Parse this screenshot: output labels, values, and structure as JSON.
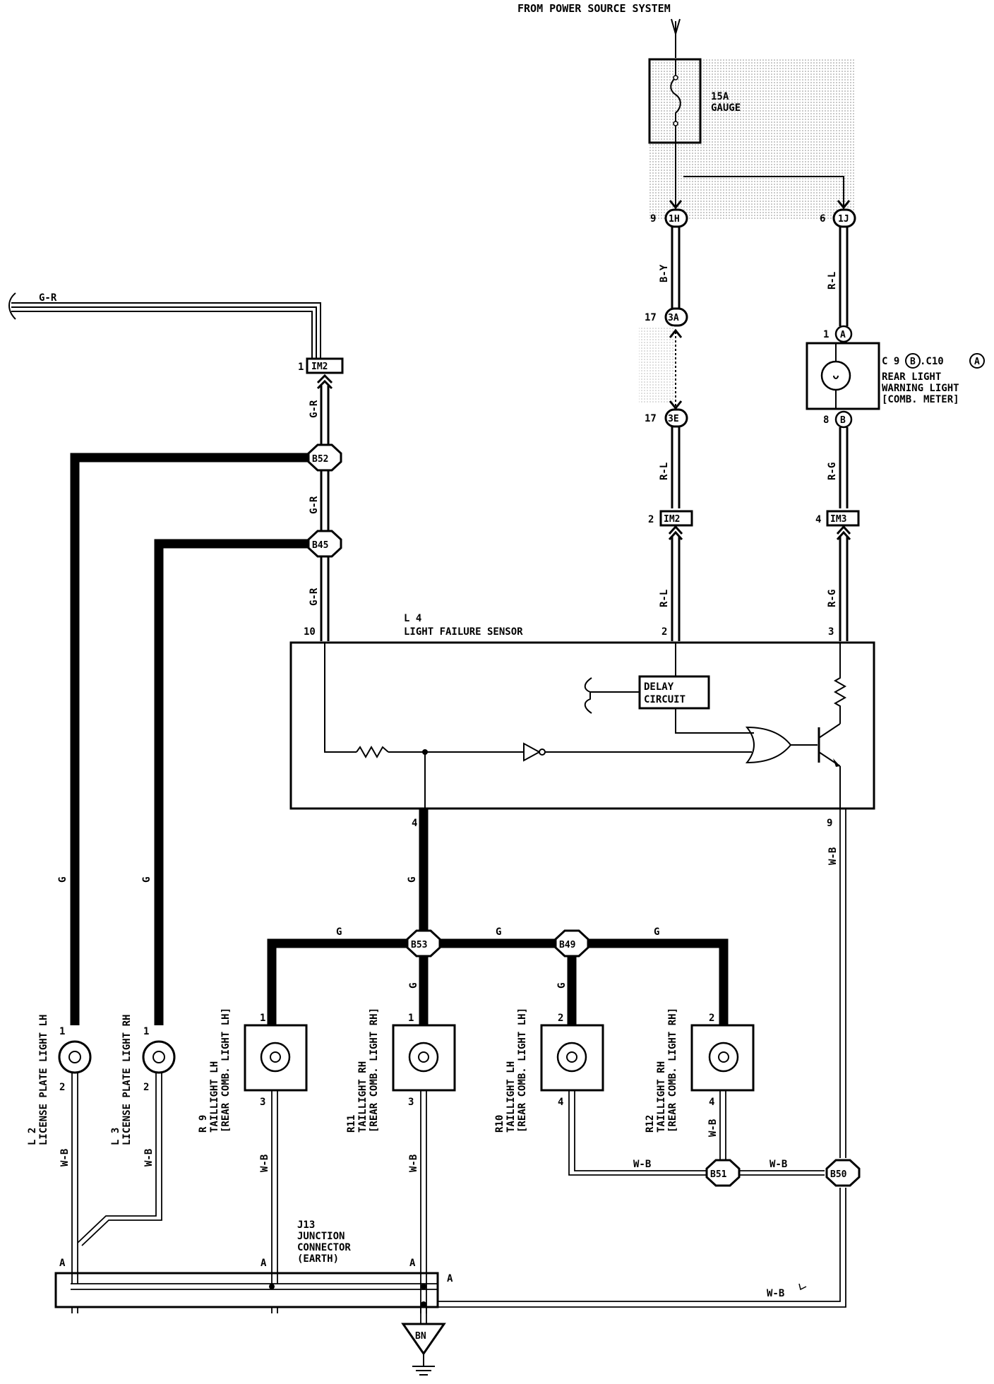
{
  "header": "FROM POWER SOURCE SYSTEM",
  "fuse": {
    "rating": "15A",
    "name": "GAUGE"
  },
  "connectors": {
    "c1H": {
      "pin": "9",
      "id": "1H"
    },
    "c1J": {
      "pin": "6",
      "id": "1J"
    },
    "c3A": {
      "pin": "17",
      "id": "3A"
    },
    "c3E": {
      "pin": "17",
      "id": "3E"
    },
    "cIM2a": {
      "pin": "1",
      "id": "IM2"
    },
    "cIM2b": {
      "pin": "2",
      "id": "IM2"
    },
    "cIM3": {
      "pin": "4",
      "id": "IM3"
    }
  },
  "splices": [
    "B52",
    "B45",
    "B53",
    "B49",
    "B51",
    "B50"
  ],
  "wires": {
    "gr": "G-R",
    "by": "B-Y",
    "rl": "R-L",
    "rg": "R-G",
    "g": "G",
    "wb": "W-B"
  },
  "warning_light": {
    "code_c9": "C 9",
    "code_c9_letter": "B",
    "code_c10": ".C10",
    "code_c10_letter": "A",
    "line1": "REAR LIGHT",
    "line2": "WARNING LIGHT",
    "line3": "[COMB. METER]",
    "pin_a": "1",
    "pin_a_letter": "A",
    "pin_b": "8",
    "pin_b_letter": "B"
  },
  "sensor": {
    "code": "L 4",
    "name": "LIGHT FAILURE SENSOR",
    "delay1": "DELAY",
    "delay2": "CIRCUIT",
    "pins": {
      "p10": "10",
      "p2": "2",
      "p3": "3",
      "p4": "4",
      "p9": "9"
    }
  },
  "lamps": {
    "l2": {
      "code": "L 2",
      "name": "LICENSE PLATE LIGHT LH",
      "pin_top": "1",
      "pin_bot": "2"
    },
    "l3": {
      "code": "L 3",
      "name": "LICENSE PLATE LIGHT RH",
      "pin_top": "1",
      "pin_bot": "2"
    },
    "r9": {
      "code": "R 9",
      "name1": "TAILLIGHT LH",
      "name2": "[REAR COMB. LIGHT LH]",
      "pin_top": "1",
      "pin_bot": "3"
    },
    "r11": {
      "code": "R11",
      "name1": "TAILLIGHT RH",
      "name2": "[REAR COMB. LIGHT RH]",
      "pin_top": "1",
      "pin_bot": "3"
    },
    "r10": {
      "code": "R10",
      "name1": "TAILLIGHT LH",
      "name2": "[REAR COMB. LIGHT LH]",
      "pin_top": "2",
      "pin_bot": "4"
    },
    "r12": {
      "code": "R12",
      "name1": "TAILLIGHT RH",
      "name2": "[REAR COMB. LIGHT RH]",
      "pin_top": "2",
      "pin_bot": "4"
    }
  },
  "junction": {
    "code": "J13",
    "line1": "JUNCTION",
    "line2": "CONNECTOR",
    "line3": "(EARTH)",
    "pin": "A"
  },
  "ground": "BN"
}
